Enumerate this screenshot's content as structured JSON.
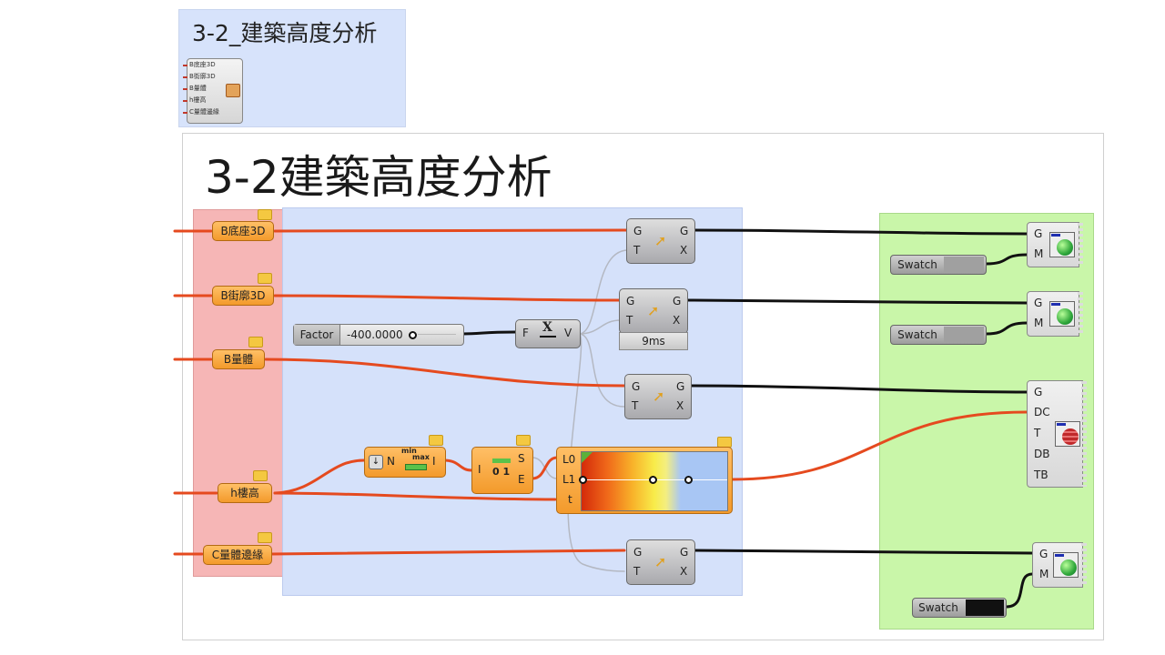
{
  "thumbnail": {
    "title": "3-2_建築高度分析",
    "cluster_inputs": [
      "B底座3D",
      "B街廓3D",
      "B量體",
      "h樓高",
      "C量體邊緣"
    ]
  },
  "canvas": {
    "title": "3-2建築高度分析",
    "params": [
      {
        "id": "base3d",
        "label": "B底座3D"
      },
      {
        "id": "block3d",
        "label": "B街廓3D"
      },
      {
        "id": "mass",
        "label": "B量體"
      },
      {
        "id": "height",
        "label": "h樓高"
      },
      {
        "id": "edge",
        "label": "C量體邊緣"
      }
    ],
    "slider": {
      "label": "Factor",
      "value": "-400.0000"
    },
    "vector_z": {
      "input": "F",
      "output": "V",
      "glyph": "X"
    },
    "move_components": [
      {
        "in1": "G",
        "in2": "T",
        "out1": "G",
        "out2": "X"
      },
      {
        "in1": "G",
        "in2": "T",
        "out1": "G",
        "out2": "X",
        "timer": "9ms"
      },
      {
        "in1": "G",
        "in2": "T",
        "out1": "G",
        "out2": "X"
      },
      {
        "in1": "G",
        "in2": "T",
        "out1": "G",
        "out2": "X"
      }
    ],
    "bounds": {
      "in": "N",
      "out": "I",
      "min": "min",
      "max": "max"
    },
    "deconstruct_domain": {
      "in": "I",
      "out1": "S",
      "out2": "E",
      "ticks": "0 1"
    },
    "gradient": {
      "inputs": [
        "L0",
        "L1",
        "t"
      ],
      "colors": [
        "#d42a0a",
        "#f8ec4a",
        "#a8c6f4"
      ]
    },
    "swatches": [
      {
        "label": "Swatch",
        "color": "#a0a0a0"
      },
      {
        "label": "Swatch",
        "color": "#a0a0a0"
      },
      {
        "label": "Swatch",
        "color": "#111111"
      }
    ],
    "previews": [
      {
        "inputs": [
          "G",
          "M"
        ]
      },
      {
        "inputs": [
          "G",
          "M"
        ]
      },
      {
        "inputs": [
          "G",
          "M"
        ]
      }
    ],
    "custom_preview": {
      "inputs": [
        "G",
        "DC",
        "T",
        "DB",
        "TB"
      ]
    }
  }
}
